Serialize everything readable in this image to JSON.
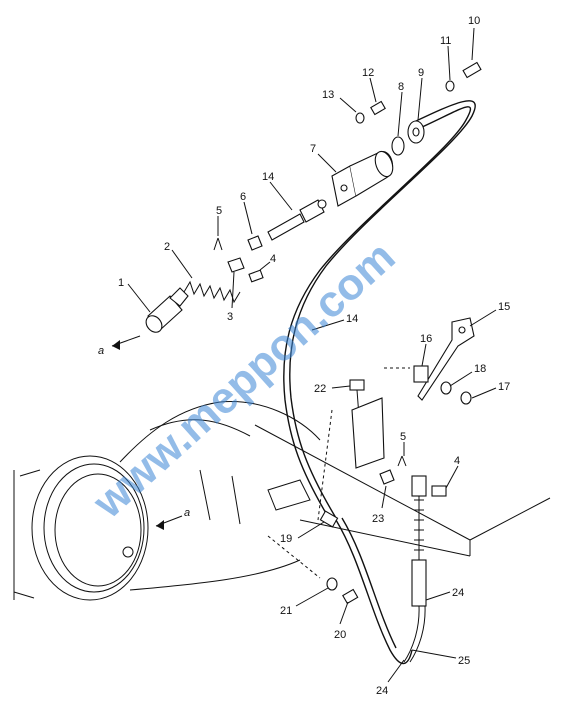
{
  "diagram": {
    "parts": [
      {
        "id": "p1",
        "label": "1"
      },
      {
        "id": "p2",
        "label": "2"
      },
      {
        "id": "p3",
        "label": "3"
      },
      {
        "id": "p4a",
        "label": "4"
      },
      {
        "id": "p4b",
        "label": "4"
      },
      {
        "id": "p5a",
        "label": "5"
      },
      {
        "id": "p5b",
        "label": "5"
      },
      {
        "id": "p6",
        "label": "6"
      },
      {
        "id": "p7",
        "label": "7"
      },
      {
        "id": "p8",
        "label": "8"
      },
      {
        "id": "p9",
        "label": "9"
      },
      {
        "id": "p10",
        "label": "10"
      },
      {
        "id": "p11",
        "label": "11"
      },
      {
        "id": "p12",
        "label": "12"
      },
      {
        "id": "p13",
        "label": "13"
      },
      {
        "id": "p14a",
        "label": "14"
      },
      {
        "id": "p14b",
        "label": "14"
      },
      {
        "id": "p15",
        "label": "15"
      },
      {
        "id": "p16",
        "label": "16"
      },
      {
        "id": "p17",
        "label": "17"
      },
      {
        "id": "p18",
        "label": "18"
      },
      {
        "id": "p19",
        "label": "19"
      },
      {
        "id": "p20",
        "label": "20"
      },
      {
        "id": "p21",
        "label": "21"
      },
      {
        "id": "p22",
        "label": "22"
      },
      {
        "id": "p23",
        "label": "23"
      },
      {
        "id": "p24a",
        "label": "24"
      },
      {
        "id": "p24b",
        "label": "24"
      },
      {
        "id": "p25",
        "label": "25"
      }
    ],
    "view_marks": {
      "a1": "a",
      "a2": "a"
    }
  },
  "watermark": {
    "text": "www.meppon.com",
    "color": "#3b86d6"
  }
}
